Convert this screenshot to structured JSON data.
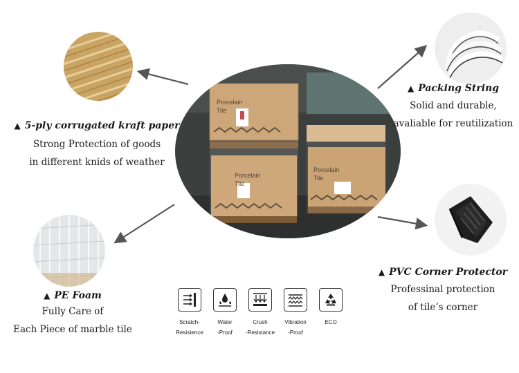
{
  "center_photo": {
    "box_text_top": "Porcelain\nTile",
    "box_text_right": "Porcelain\nTile"
  },
  "kraft": {
    "title": "5-ply corrugated kraft paper",
    "lines": [
      "Strong Protection of goods",
      "in different knids of weather"
    ]
  },
  "string": {
    "title": "Packing String",
    "lines": [
      "Solid and durable,",
      "avaliable for reutilization"
    ]
  },
  "foam": {
    "title": "PE Foam",
    "lines": [
      "Fully Care of",
      "Each Piece of marble tile"
    ]
  },
  "corner": {
    "title": "PVC Corner Protector",
    "lines": [
      "Professinal protection",
      "of tile’s corner"
    ]
  },
  "features": [
    {
      "icon": "scratch-icon",
      "label1": "Scratch-",
      "label2": "Resistence"
    },
    {
      "icon": "water-drop-icon",
      "label1": "Water",
      "label2": "-Proof"
    },
    {
      "icon": "crush-arrows-icon",
      "label1": "Crush",
      "label2": "-Resistance"
    },
    {
      "icon": "vibration-icon",
      "label1": "Vibration",
      "label2": "-Proof"
    },
    {
      "icon": "recycle-icon",
      "label1": "ECO",
      "label2": ""
    }
  ],
  "colors": {
    "arrow": "#555555",
    "kraft": "#c9a463",
    "box": "#c69a67"
  }
}
